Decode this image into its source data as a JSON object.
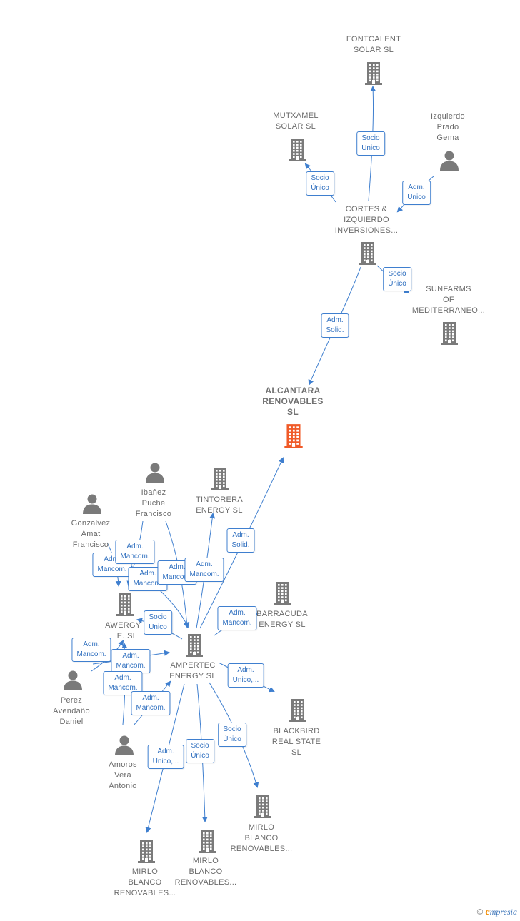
{
  "colors": {
    "edge": "#3f7fcf",
    "building": "#7a7a7a",
    "focus": "#f05a28",
    "person": "#7a7a7a"
  },
  "nodes": [
    {
      "id": "fontcalent",
      "label": "FONTCALENT\nSOLAR  SL",
      "icon": "building-icon"
    },
    {
      "id": "mutxamel",
      "label": "MUTXAMEL\nSOLAR  SL",
      "icon": "building-icon"
    },
    {
      "id": "izquierdo",
      "label": "Izquierdo\nPrado\nGema",
      "icon": "person-icon"
    },
    {
      "id": "cortes",
      "label": "CORTES &\nIZQUIERDO\nINVERSIONES...",
      "icon": "building-icon"
    },
    {
      "id": "sunfarms",
      "label": "SUNFARMS\nOF\nMEDITERRANEO...",
      "icon": "building-icon"
    },
    {
      "id": "alcantara",
      "label": "ALCANTARA\nRENOVABLES\nSL",
      "icon": "building-focus-icon",
      "focus": true
    },
    {
      "id": "ibanez",
      "label": "Ibañez\nPuche\nFrancisco",
      "icon": "person-icon"
    },
    {
      "id": "tintorera",
      "label": "TINTORERA\nENERGY  SL",
      "icon": "building-icon"
    },
    {
      "id": "gonzalvez",
      "label": "Gonzalvez\nAmat\nFrancisco",
      "icon": "person-icon"
    },
    {
      "id": "awergy",
      "label": "AWERGY R\nE.  SL",
      "icon": "building-icon"
    },
    {
      "id": "barracuda",
      "label": "BARRACUDA\nENERGY  SL",
      "icon": "building-icon"
    },
    {
      "id": "ampertec",
      "label": "AMPERTEC\nENERGY  SL",
      "icon": "building-icon"
    },
    {
      "id": "perez",
      "label": "Perez\nAvendaño\nDaniel",
      "icon": "person-icon"
    },
    {
      "id": "blackbird",
      "label": "BLACKBIRD\nREAL STATE\nSL",
      "icon": "building-icon"
    },
    {
      "id": "amoros",
      "label": "Amoros\nVera\nAntonio",
      "icon": "person-icon"
    },
    {
      "id": "mirlo3",
      "label": "MIRLO\nBLANCO\nRENOVABLES...",
      "icon": "building-icon"
    },
    {
      "id": "mirlo1",
      "label": "MIRLO\nBLANCO\nRENOVABLES...",
      "icon": "building-icon"
    },
    {
      "id": "mirlo2",
      "label": "MIRLO\nBLANCO\nRENOVABLES...",
      "icon": "building-icon"
    }
  ],
  "edge_labels": [
    {
      "id": "e-cortes-fontcalent",
      "text": "Socio\nÚnico"
    },
    {
      "id": "e-cortes-mutxamel",
      "text": "Socio\nÚnico"
    },
    {
      "id": "e-izquierdo-cortes",
      "text": "Adm.\nUnico"
    },
    {
      "id": "e-cortes-sunfarms",
      "text": "Socio\nÚnico"
    },
    {
      "id": "e-cortes-alcantara",
      "text": "Adm.\nSolid."
    },
    {
      "id": "e-ampertec-alcantara",
      "text": "Adm.\nSolid."
    },
    {
      "id": "e-gonzalvez-awergy-1",
      "text": "Adm.\nMancom."
    },
    {
      "id": "e-ibanez-awergy",
      "text": "Adm.\nMancom."
    },
    {
      "id": "e-gonzalvez-awergy-2",
      "text": "Adm.\nMancom."
    },
    {
      "id": "e-ibanez-ampertec",
      "text": "Adm.\nMancom."
    },
    {
      "id": "e-gonzalvez-ampertec",
      "text": "Adm.\nMancom."
    },
    {
      "id": "e-ampertec-awergy",
      "text": "Socio\nÚnico"
    },
    {
      "id": "e-ampertec-barracuda",
      "text": "Adm.\nMancom."
    },
    {
      "id": "e-perez-awergy",
      "text": "Adm.\nMancom."
    },
    {
      "id": "e-perez-ampertec",
      "text": "Adm.\nMancom."
    },
    {
      "id": "e-amoros-awergy",
      "text": "Adm.\nMancom."
    },
    {
      "id": "e-amoros-ampertec",
      "text": "Adm.\nMancom."
    },
    {
      "id": "e-ampertec-blackbird",
      "text": "Adm.\nUnico,..."
    },
    {
      "id": "e-ampertec-mirlo3",
      "text": "Socio\nÚnico"
    },
    {
      "id": "e-ampertec-mirlo2",
      "text": "Socio\nÚnico"
    },
    {
      "id": "e-ampertec-mirlo1",
      "text": "Adm.\nUnico,..."
    }
  ],
  "footer": {
    "copyright": "©",
    "brand_initial": "e",
    "brand_rest": "mpresia"
  }
}
